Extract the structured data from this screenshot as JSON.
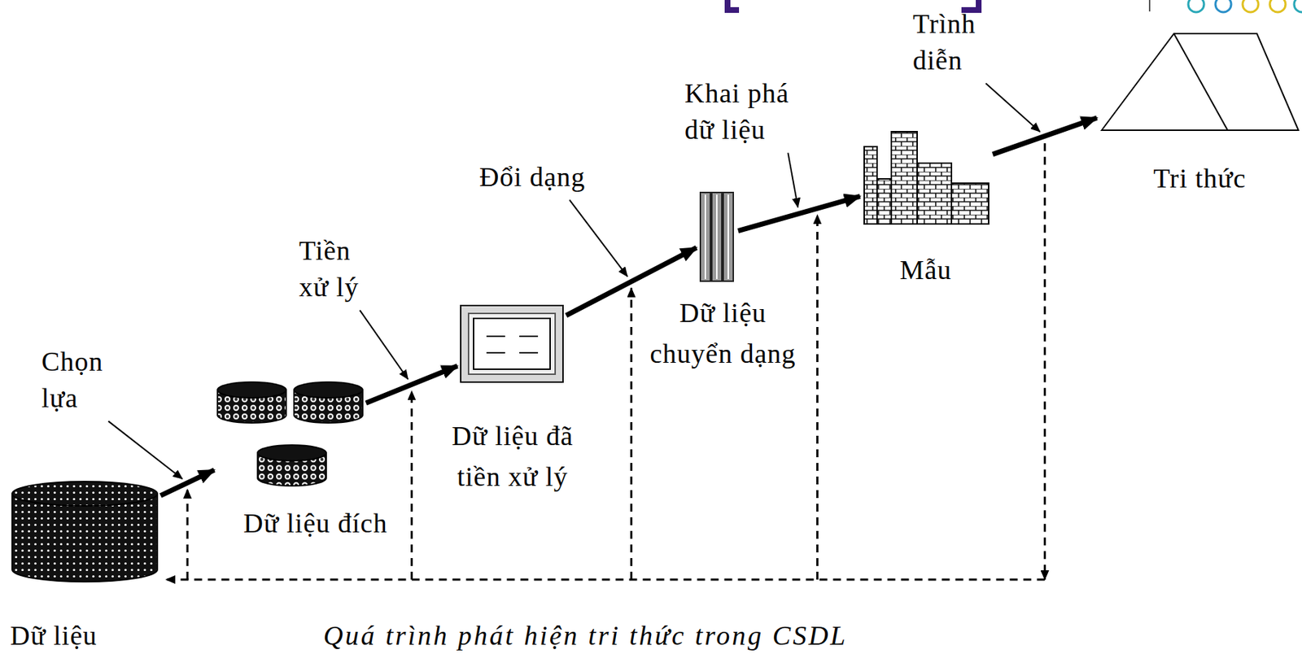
{
  "diagram": {
    "caption": "Quá trình phát hiện tri thức trong CSDL",
    "nodes": [
      {
        "text": [
          "Dữ liệu"
        ]
      },
      {
        "text": [
          "Dữ liệu đích"
        ]
      },
      {
        "text": [
          "Dữ liệu đã tiền xử lý"
        ]
      },
      {
        "text": [
          "Dữ liệu chuyển dạng"
        ]
      },
      {
        "text": [
          "Mẫu"
        ]
      },
      {
        "text": [
          "Tri thức"
        ]
      }
    ],
    "edges": [
      {
        "from": 0,
        "to": 1,
        "label": "Chọn lựa",
        "arrow": "to"
      },
      {
        "from": 1,
        "to": 2,
        "label": "Tiền xử lý",
        "arrow": "to"
      },
      {
        "from": 2,
        "to": 3,
        "label": "Đổi dạng",
        "arrow": "to"
      },
      {
        "from": 3,
        "to": 4,
        "label": "Khai phá dữ liệu",
        "arrow": "to"
      },
      {
        "from": 4,
        "to": 5,
        "label": "Trình diễn",
        "arrow": "to"
      }
    ]
  }
}
